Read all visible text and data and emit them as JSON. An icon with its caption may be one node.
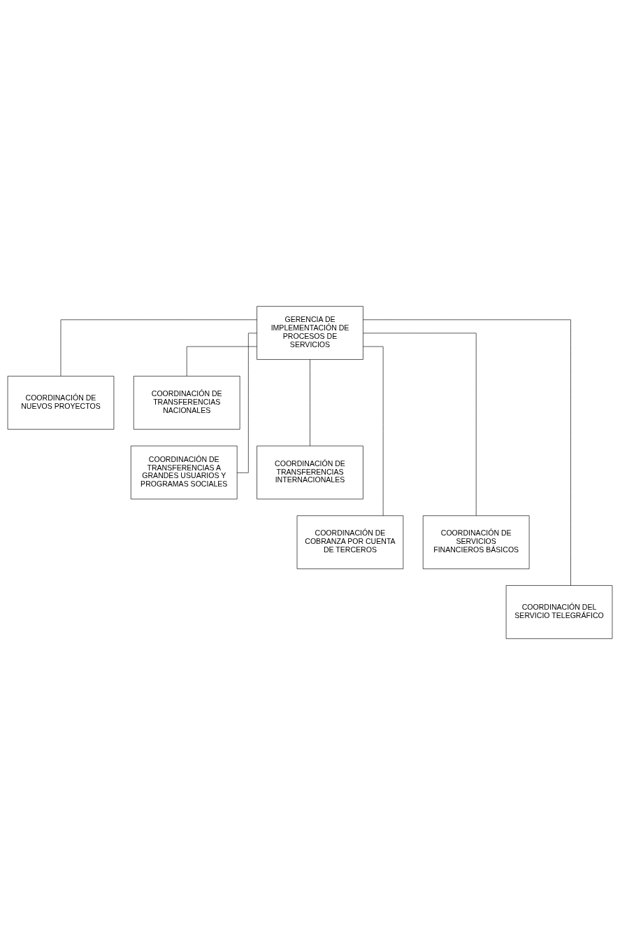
{
  "diagram": {
    "nodes": [
      {
        "text": [
          "GERENCIA DE IMPLEMENTACIÓN DE PROCESOS DE SERVICIOS"
        ]
      },
      {
        "text": [
          "COORDINACIÓN DE NUEVOS PROYECTOS"
        ]
      },
      {
        "text": [
          "COORDINACIÓN DE TRANSFERENCIAS NACIONALES"
        ]
      },
      {
        "text": [
          "COORDINACIÓN DE TRANSFERENCIAS A GRANDES USUARIOS Y PROGRAMAS SOCIALES"
        ]
      },
      {
        "text": [
          "COORDINACIÓN DE TRANSFERENCIAS INTERNACIONALES"
        ]
      },
      {
        "text": [
          "COORDINACIÓN DE COBRANZA POR CUENTA DE TERCEROS"
        ]
      },
      {
        "text": [
          "COORDINACIÓN DE SERVICIOS FINANCIEROS BÁSICOS"
        ]
      },
      {
        "text": [
          "COORDINACIÓN DEL SERVICIO TELEGRÁFICO"
        ]
      }
    ],
    "edges": [
      {
        "from": 0,
        "to": 1,
        "arrow": "none"
      },
      {
        "from": 0,
        "to": 2,
        "arrow": "none"
      },
      {
        "from": 0,
        "to": 3,
        "arrow": "none"
      },
      {
        "from": 0,
        "to": 4,
        "arrow": "none"
      },
      {
        "from": 0,
        "to": 5,
        "arrow": "none"
      },
      {
        "from": 0,
        "to": 6,
        "arrow": "none"
      },
      {
        "from": 0,
        "to": 7,
        "arrow": "none"
      }
    ]
  }
}
